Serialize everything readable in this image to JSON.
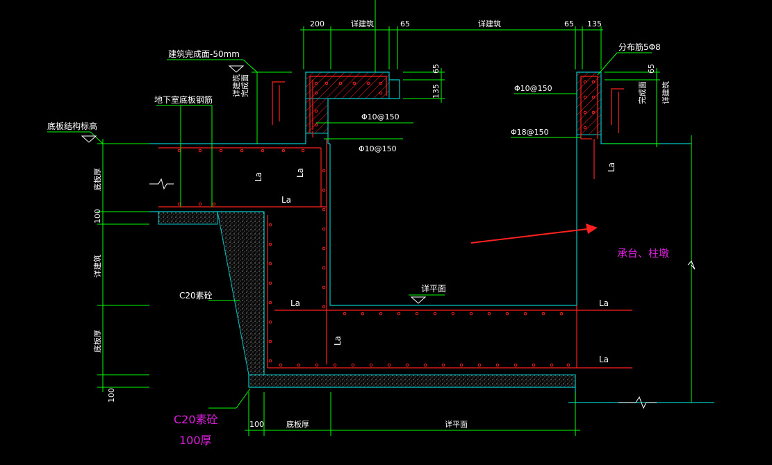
{
  "colors": {
    "background": "#000000",
    "dimension": "#00ff00",
    "rebar": "#ff2020",
    "concrete_edge": "#00c8c8",
    "text": "#ffffff",
    "note": "#e020e0",
    "arrow": "#ff2020"
  },
  "dims_top": [
    "200",
    "详建筑",
    "65",
    "详建筑",
    "65",
    "135"
  ],
  "dims_right": [
    "65",
    "135"
  ],
  "dims_right_far": [
    "65"
  ],
  "dims_left": [
    "底板厚",
    "100",
    "详建筑",
    "底板厚",
    "100"
  ],
  "dims_bottom": [
    "100",
    "底板厚",
    "详平面"
  ],
  "labels": {
    "floor_finish": "建筑完成面-50mm",
    "basement_rebar": "地下室底板钢筋",
    "slab_top_elev": "底板结构标高",
    "c20_side": "C20素砼",
    "c20_bottom_1": "C20素砼",
    "c20_bottom_2": "100厚",
    "pile_cap": "承台、柱墩",
    "plan_ref": "详平面",
    "distribution_bar": "分布筋5Φ8",
    "vert_note_left_1": "详建筑",
    "vert_note_left_2": "完成面",
    "vert_note_right_1": "完成面",
    "vert_note_right_2": "详建筑"
  },
  "rebar_labels": [
    "Φ10@150",
    "Φ10@150",
    "Φ10@150",
    "Φ18@150"
  ],
  "lap_labels": [
    "La",
    "La",
    "La",
    "La",
    "La",
    "La",
    "La",
    "La"
  ]
}
